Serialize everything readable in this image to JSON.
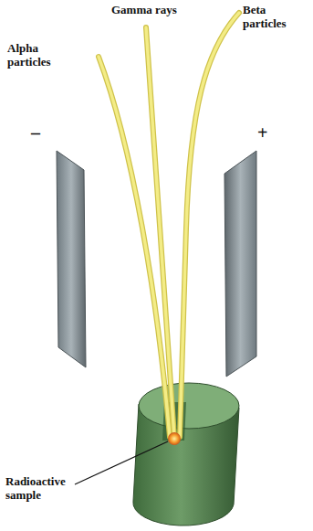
{
  "diagram": {
    "labels": [
      "Gamma rays",
      "Alpha particles",
      "Beta particles",
      "–",
      "+",
      "Radioactive sample"
    ]
  }
}
